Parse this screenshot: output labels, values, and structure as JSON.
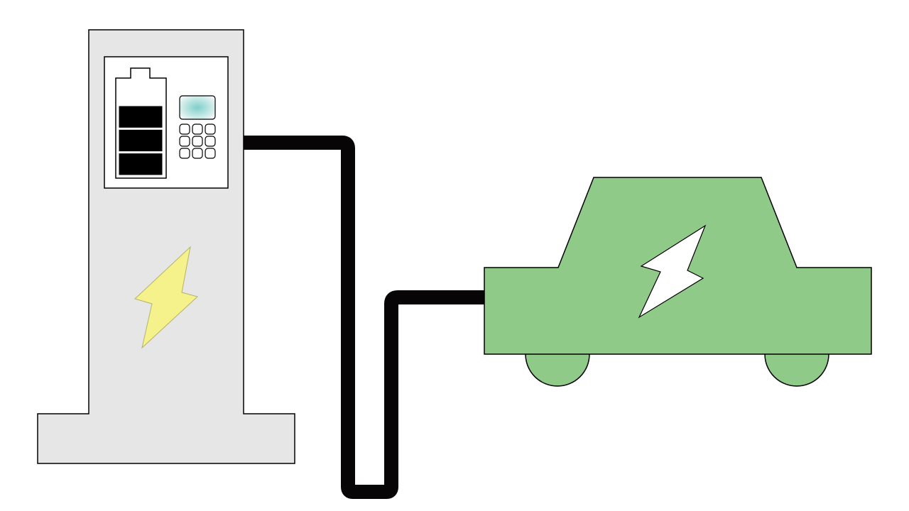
{
  "colors": {
    "background": "#ffffff",
    "station_body": "#e6e6e6",
    "station_outline": "#000000",
    "station_bolt": "#f5f28c",
    "cable": "#070505",
    "battery_fill": "#000000",
    "screen_glow": "#7fcfc9",
    "car_body": "#8fca88",
    "car_bolt": "#ffffff"
  },
  "battery": {
    "charge_level_bars": 3,
    "total_bars": 3
  },
  "keypad": {
    "rows": 3,
    "cols": 3
  },
  "icons": {
    "station_symbol": "lightning-bolt-icon",
    "car_symbol": "lightning-bolt-icon",
    "battery_symbol": "battery-icon"
  }
}
